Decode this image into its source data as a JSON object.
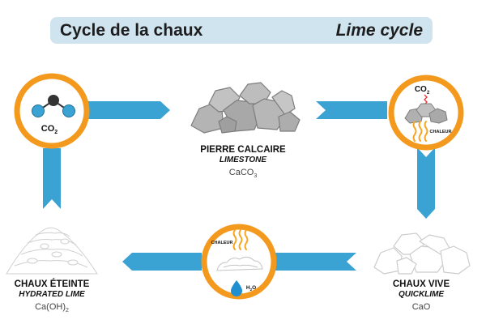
{
  "title": {
    "fr": "Cycle de la chaux",
    "en": "Lime cycle"
  },
  "stages": [
    {
      "name_fr": "PIERRE CALCAIRE",
      "name_en": "LIMESTONE",
      "formula": "CaCO",
      "formula_sub": "3"
    },
    {
      "name_fr": "CHAUX VIVE",
      "name_en": "QUICKLIME",
      "formula": "CaO",
      "formula_sub": ""
    },
    {
      "name_fr": "CHAUX ÉTEINTE",
      "name_en": "HYDRATED LIME",
      "formula": "Ca(OH)",
      "formula_sub": "2"
    }
  ],
  "nodes": {
    "co2_absorb": {
      "label": "CO",
      "label_sub": "2"
    },
    "calcination": {
      "gas_label": "CO",
      "gas_sub": "2",
      "heat_label": "CHALEUR"
    },
    "slaking": {
      "heat_label": "CHALEUR",
      "water_label": "H",
      "water_sub": "2",
      "water_suffix": "O"
    }
  },
  "colors": {
    "arrow": "#3ba3d4",
    "ring": "#f39a1e",
    "stone": "#b9b9b9",
    "stone_outline": "#7d7d7d",
    "light_stone_outline": "#cccccc",
    "heat": "#f6a623",
    "co2_red": "#e63333",
    "water": "#1f8fcf",
    "molecule_blue": "#3ba3d4",
    "molecule_dark": "#333333"
  }
}
